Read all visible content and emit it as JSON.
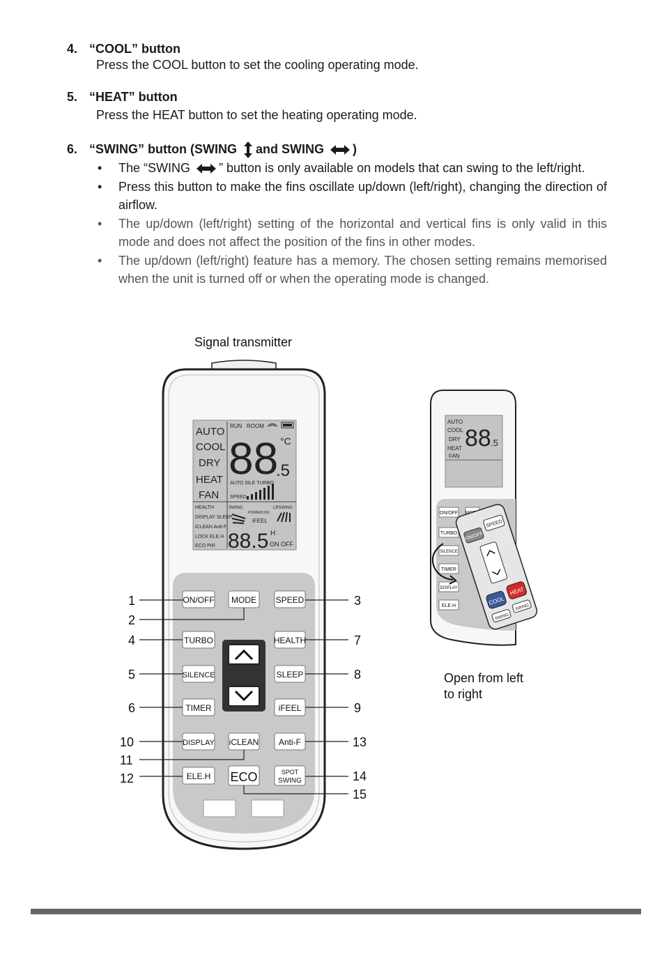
{
  "sections": [
    {
      "number": "4.",
      "title": "“COOL” button",
      "description": "Press the COOL button to set the cooling operating mode."
    },
    {
      "number": "5.",
      "title": "“HEAT” button",
      "description": "Press the HEAT button to set the heating operating mode."
    }
  ],
  "swing_section": {
    "number": "6.",
    "title_prefix": "“SWING” button (SWING",
    "title_middle": "and SWING",
    "title_suffix": ")",
    "bullets": [
      {
        "text_before": "The “SWING",
        "text_after": "” button is only available on models that can swing to the left/right."
      },
      {
        "text": "Press this button to make the fins oscillate up/down (left/right), changing the direction of airflow."
      },
      {
        "text": "The up/down (left/right) setting of the horizontal and vertical fins is only valid in this mode and does not affect the position of the fins in other modes."
      },
      {
        "text": "The up/down (left/right) feature has a memory. The chosen setting remains memorised when the unit is turned off or when the operating mode is changed."
      }
    ],
    "bullet_char": "•"
  },
  "figure": {
    "signal_label": "Signal transmitter",
    "open_caption_line1": "Open from left",
    "open_caption_line2": "to right",
    "lcd": {
      "modes": [
        "AUTO",
        "COOL",
        "DRY",
        "HEAT",
        "FAN"
      ],
      "run": "RUN",
      "room": "ROOM",
      "big_digits": "88",
      "decimal": ".5",
      "unit": "°C",
      "fan_modes": "AUTO SILE TURBO",
      "speed": "SPEED",
      "left_features": [
        "HEALTH",
        "DISPLAY SLEEP",
        "iCLEAN Anti-F",
        "LOCK ELE.H",
        "ECO PIR"
      ],
      "swing": "SWING",
      "power_con": "POWERCON",
      "lr_swing": "LRSWING",
      "ifeel": "iFEEL",
      "small_digits": "88.5",
      "hour": "H",
      "on_off": "ON OFF"
    },
    "buttons": {
      "on_off": "ON/OFF",
      "mode": "MODE",
      "speed": "SPEED",
      "turbo": "TURBO",
      "health": "HEALTH",
      "silence": "SILENCE",
      "sleep": "SLEEP",
      "timer": "TIMER",
      "ifeel": "iFEEL",
      "display": "DISPLAY",
      "iclean": "iCLEAN",
      "anti_f": "Anti-F",
      "ele_h": "ELE.H",
      "eco": "ECO",
      "spot_swing_line1": "SPOT",
      "spot_swing_line2": "SWING"
    },
    "callouts": [
      "1",
      "2",
      "3",
      "4",
      "5",
      "6",
      "7",
      "8",
      "9",
      "10",
      "11",
      "12",
      "13",
      "14",
      "15"
    ],
    "small_remote": {
      "lcd_modes": [
        "AUTO",
        "COOL",
        "DRY",
        "HEAT",
        "FAN"
      ],
      "lcd_digits": "88",
      "lcd_decimal": ".5",
      "buttons_left": [
        "ON/OFF",
        "TURBO",
        "SILENCE",
        "TIMER",
        "DISPLAY",
        "ELE.H"
      ],
      "mode": "MODE",
      "on_off": "ON/OFF",
      "speed": "SPEED",
      "cool": "COOL",
      "heat": "HEAT",
      "swing": "SWING"
    }
  },
  "colors": {
    "cool_button": "#3a5a9a",
    "heat_button": "#d42a2a",
    "remote_panel": "#c9c9c9",
    "lcd_background": "#c4c4c4",
    "footer_bar": "#666666"
  }
}
